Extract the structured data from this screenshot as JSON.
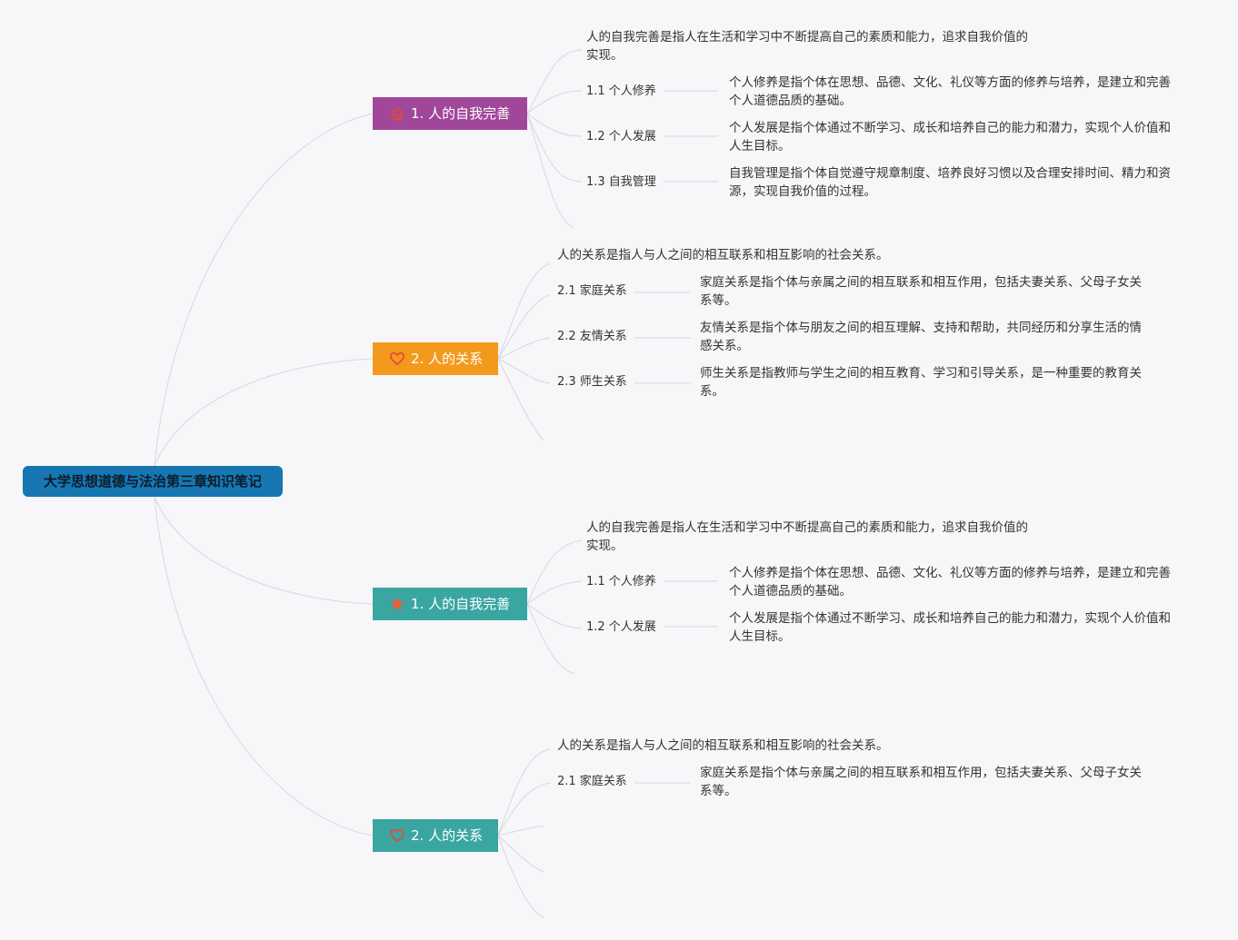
{
  "root": {
    "label": "大学思想道德与法治第三章知识笔记",
    "color": "#1677b3"
  },
  "branches": [
    {
      "label": "1. 人的自我完善",
      "color": "#a0479a",
      "icon": "home-icon",
      "summary": "人的自我完善是指人在生活和学习中不断提高自己的素质和能力，追求自我价值的实现。",
      "children": [
        {
          "label": "1.1 个人修养",
          "text": "个人修养是指个体在思想、品德、文化、礼仪等方面的修养与培养，是建立和完善个人道德品质的基础。"
        },
        {
          "label": "1.2 个人发展",
          "text": "个人发展是指个体通过不断学习、成长和培养自己的能力和潜力，实现个人价值和人生目标。"
        },
        {
          "label": "1.3 自我管理",
          "text": "自我管理是指个体自觉遵守规章制度、培养良好习惯以及合理安排时间、精力和资源，实现自我价值的过程。"
        }
      ]
    },
    {
      "label": "2. 人的关系",
      "color": "#f39a1e",
      "icon": "heart-icon",
      "summary": "人的关系是指人与人之间的相互联系和相互影响的社会关系。",
      "children": [
        {
          "label": "2.1 家庭关系",
          "text": "家庭关系是指个体与亲属之间的相互联系和相互作用，包括夫妻关系、父母子女关系等。"
        },
        {
          "label": "2.2 友情关系",
          "text": "友情关系是指个体与朋友之间的相互理解、支持和帮助，共同经历和分享生活的情感关系。"
        },
        {
          "label": "2.3 师生关系",
          "text": "师生关系是指教师与学生之间的相互教育、学习和引导关系，是一种重要的教育关系。"
        }
      ]
    },
    {
      "label": "1. 人的自我完善",
      "color": "#3aa6a1",
      "icon": "star-icon",
      "summary": "人的自我完善是指人在生活和学习中不断提高自己的素质和能力，追求自我价值的实现。",
      "children": [
        {
          "label": "1.1 个人修养",
          "text": "个人修养是指个体在思想、品德、文化、礼仪等方面的修养与培养，是建立和完善个人道德品质的基础。"
        },
        {
          "label": "1.2 个人发展",
          "text": "个人发展是指个体通过不断学习、成长和培养自己的能力和潜力，实现个人价值和人生目标。"
        }
      ]
    },
    {
      "label": "2. 人的关系",
      "color": "#3aa6a1",
      "icon": "heart-icon",
      "summary": "人的关系是指人与人之间的相互联系和相互影响的社会关系。",
      "children": [
        {
          "label": "2.1 家庭关系",
          "text": "家庭关系是指个体与亲属之间的相互联系和相互作用，包括夫妻关系、父母子女关系等。"
        }
      ]
    }
  ]
}
